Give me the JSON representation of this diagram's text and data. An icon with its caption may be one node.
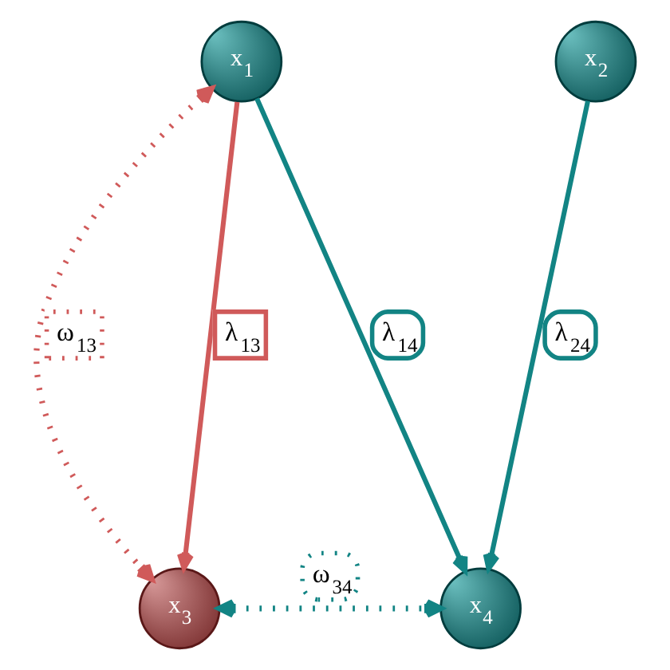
{
  "diagram": {
    "nodes": [
      {
        "text": [
          "x$_{1}$"
        ]
      },
      {
        "text": [
          "x$_{2}$"
        ]
      },
      {
        "text": [
          "x$_{3}$"
        ]
      },
      {
        "text": [
          "x$_{4}$"
        ]
      }
    ],
    "edges": [
      {
        "from": 0,
        "to": 2,
        "arrow": "both",
        "label": "ω$_{13}$",
        "style": "dashed",
        "color": "#d05a5a"
      },
      {
        "from": 0,
        "to": 2,
        "arrow": "to",
        "label": "λ$_{13}$",
        "color": "#d05a5a"
      },
      {
        "from": 0,
        "to": 3,
        "arrow": "to",
        "label": "λ$_{14}$"
      },
      {
        "from": 1,
        "to": 3,
        "arrow": "to",
        "label": "λ$_{24}$"
      },
      {
        "from": 2,
        "to": 3,
        "arrow": "both",
        "label": "ω$_{34}$",
        "style": "dashed"
      }
    ]
  }
}
